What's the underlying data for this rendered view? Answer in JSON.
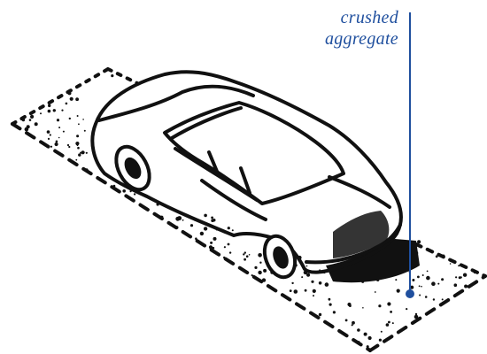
{
  "diagram": {
    "callout": {
      "line1": "crushed",
      "line2": "aggregate"
    },
    "colors": {
      "ink": "#111111",
      "callout": "#1f4f9e",
      "background": "#ffffff"
    },
    "icons": [
      "car-illustration",
      "gravel-pad",
      "leader-line"
    ]
  }
}
